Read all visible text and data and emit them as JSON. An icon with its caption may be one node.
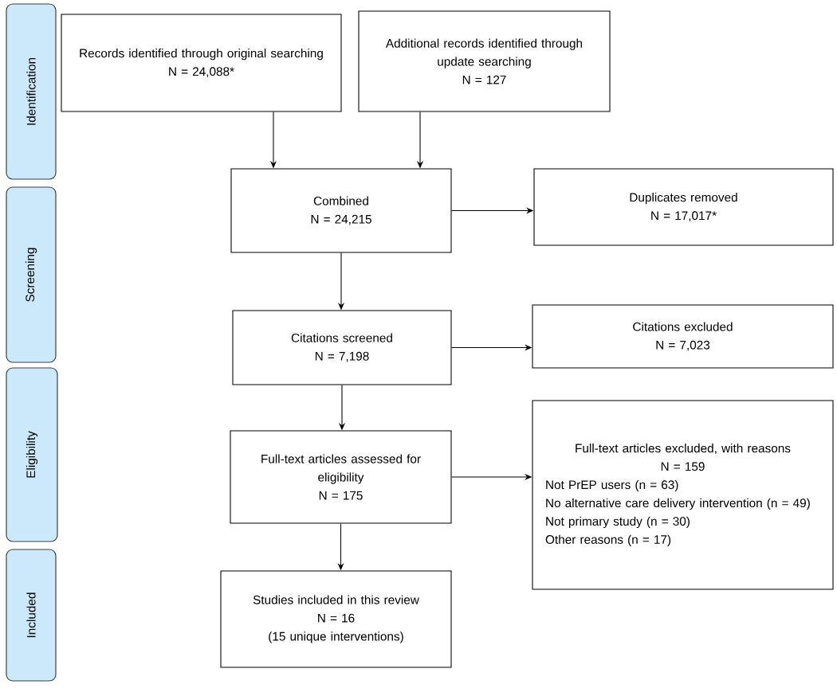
{
  "diagram": {
    "nodes": [
      {
        "text": [
          "Identification"
        ]
      },
      {
        "text": [
          "Screening"
        ]
      },
      {
        "text": [
          "Eligibility"
        ]
      },
      {
        "text": [
          "Included"
        ]
      },
      {
        "text": [
          "Records identified through original searching",
          "N = 24,088*"
        ]
      },
      {
        "text": [
          "Additional records identified through update searching",
          "N = 127"
        ]
      },
      {
        "text": [
          "Combined",
          "N = 24,215"
        ]
      },
      {
        "text": [
          "Duplicates removed",
          "N = 17,017*"
        ]
      },
      {
        "text": [
          "Citations screened",
          "N = 7,198"
        ]
      },
      {
        "text": [
          "Citations excluded",
          "N = 7,023"
        ]
      },
      {
        "text": [
          "Full-text articles assessed for eligibility",
          "N = 175"
        ]
      },
      {
        "text": [
          "Full-text articles excluded, with reasons",
          "N = 159",
          "Not PrEP users (n = 63)",
          "No alternative care delivery intervention (n = 49)",
          "Not primary study (n = 30)",
          "Other reasons (n = 17)"
        ]
      },
      {
        "text": [
          "Studies included in this review",
          "N = 16",
          "(15 unique interventions)"
        ]
      }
    ],
    "edges": [
      {
        "from": 4,
        "to": 6,
        "arrow": "to"
      },
      {
        "from": 5,
        "to": 6,
        "arrow": "to"
      },
      {
        "from": 6,
        "to": 7,
        "arrow": "to"
      },
      {
        "from": 6,
        "to": 8,
        "arrow": "to"
      },
      {
        "from": 8,
        "to": 9,
        "arrow": "to"
      },
      {
        "from": 8,
        "to": 10,
        "arrow": "to"
      },
      {
        "from": 10,
        "to": 11,
        "arrow": "to"
      },
      {
        "from": 10,
        "to": 12,
        "arrow": "to"
      }
    ]
  }
}
